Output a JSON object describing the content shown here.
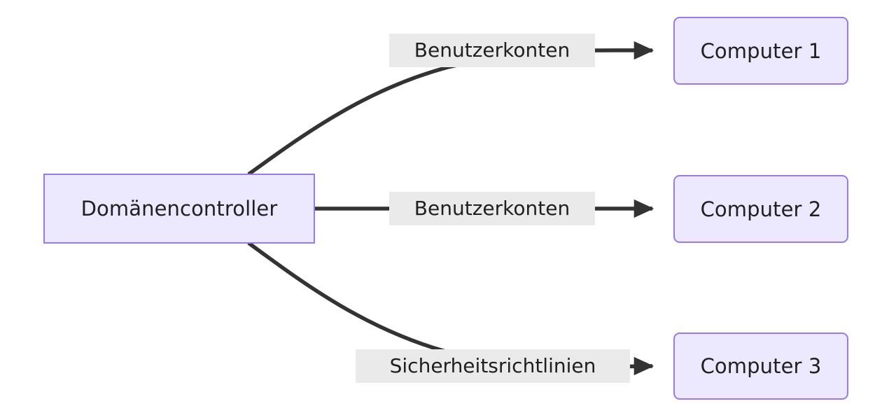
{
  "diagram": {
    "type": "flowchart",
    "direction": "left-to-right",
    "title_text": "",
    "background_color": "#ffffff",
    "node_fill_color": "#ece8fd",
    "node_border_color": "#9a79e8",
    "edge_color": "#333333",
    "edge_label_background_color": "#eaeaea",
    "text_color": "#202020"
  },
  "nodes": [
    {
      "id": "dc",
      "label": "Domänencontroller",
      "shape": "rectangle"
    },
    {
      "id": "c1",
      "label": "Computer 1",
      "shape": "rounded-rectangle"
    },
    {
      "id": "c2",
      "label": "Computer 2",
      "shape": "rounded-rectangle"
    },
    {
      "id": "c3",
      "label": "Computer 3",
      "shape": "rounded-rectangle"
    }
  ],
  "edges": [
    {
      "id": "edge-0",
      "from": "dc",
      "to": "c1",
      "label": "Benutzerkonten",
      "arrowhead": "solid-triangle"
    },
    {
      "id": "edge-1",
      "from": "dc",
      "to": "c2",
      "label": "Benutzerkonten",
      "arrowhead": "solid-triangle"
    },
    {
      "id": "edge-2",
      "from": "dc",
      "to": "c3",
      "label": "Sicherheitsrichtlinien",
      "arrowhead": "solid-triangle"
    }
  ]
}
